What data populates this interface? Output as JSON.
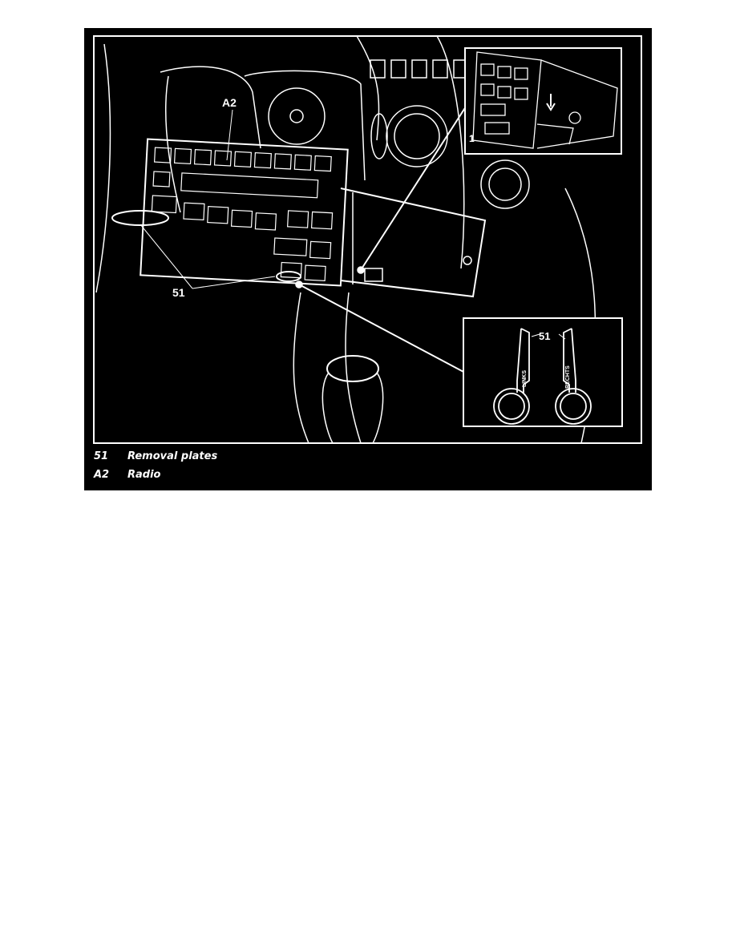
{
  "figure": {
    "callouts": {
      "radio": "A2",
      "removal_plates": "51",
      "inset_detail": "1",
      "inset_plates": "51",
      "left_key": "LINKS",
      "right_key": "RECHTS"
    },
    "legend": [
      {
        "number": "51",
        "label": "Removal plates"
      },
      {
        "number": "A2",
        "label": "Radio"
      }
    ]
  }
}
